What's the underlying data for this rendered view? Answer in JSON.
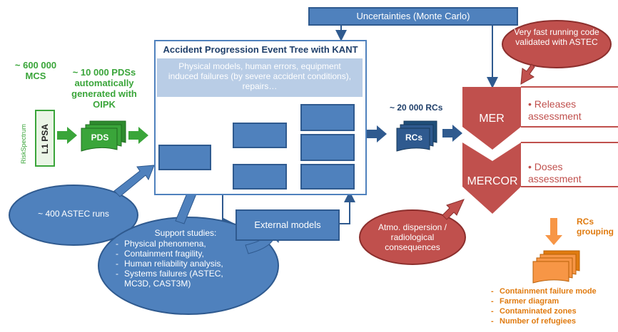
{
  "uncertainties": "Uncertainties (Monte Carlo)",
  "kant": {
    "title": "Accident Progression Event Tree with KANT",
    "subtitle": "Physical models, human errors, equipment induced failures (by severe accident conditions), repairs…"
  },
  "external_models": "External models",
  "mcs": "~ 600 000 MCS",
  "pds_count": "~ 10 000 PDSs automatically generated with OIPK",
  "riskspectrum": "RiskSpectrum",
  "l1psa": "L1 PSA",
  "pds": "PDS",
  "rcs_count": "~ 20 000 RCs",
  "rcs": "RCs",
  "astec_runs": "~ 400 ASTEC runs",
  "support": {
    "title": "Support studies:",
    "items": [
      "Physical phenomena,",
      "Containment fragility,",
      "Human reliability analysis,",
      "Systems failures (ASTEC, MC3D, CAST3M)"
    ]
  },
  "mer": "MER",
  "mercor": "MERCOR",
  "releases": "Releases assessment",
  "doses": "Doses assessment",
  "fast_code": "Very fast running code validated with ASTEC",
  "atmo": "Atmo. dispersion / radiological consequences",
  "rcs_grouping": "RCs grouping",
  "outputs": [
    "Containment failure mode",
    "Farmer diagram",
    "Contaminated zones",
    "Number of refugiees"
  ],
  "colors": {
    "blue": "#4f81bd",
    "dark_blue": "#2f5a8f",
    "green": "#3aa53a",
    "red": "#c0504d",
    "orange": "#f79646"
  }
}
